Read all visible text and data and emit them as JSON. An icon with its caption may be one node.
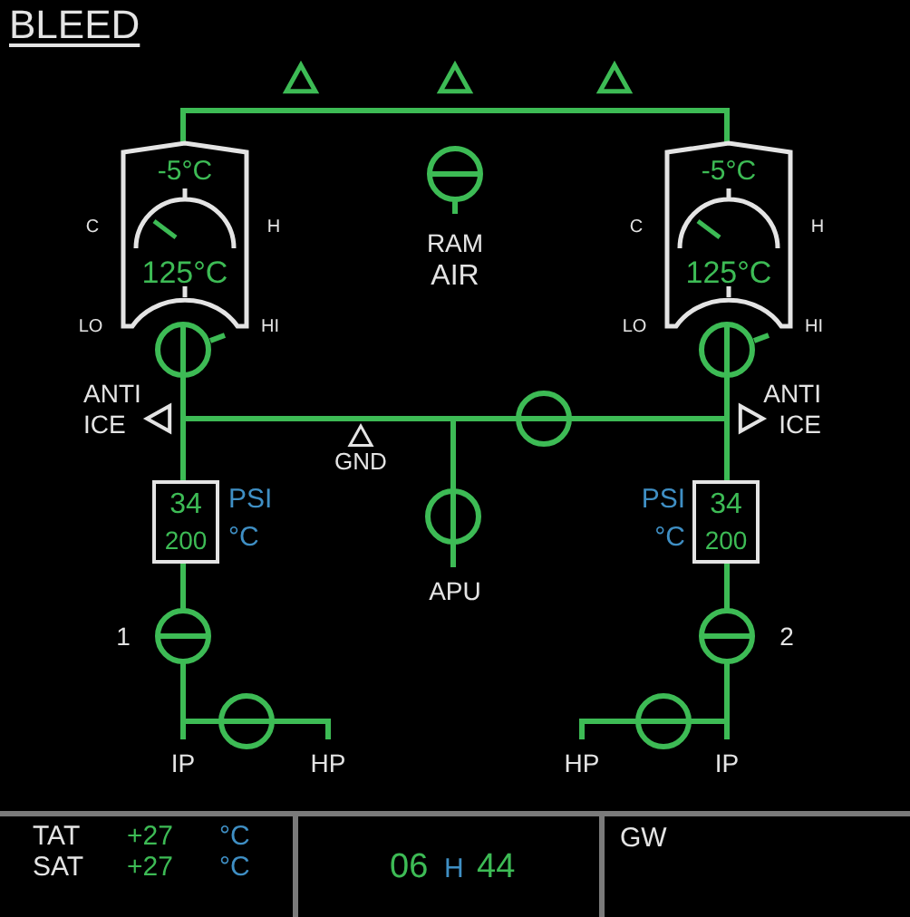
{
  "diagram": {
    "nodes": [
      {
        "text": [
          "-5°C",
          "125°C"
        ]
      },
      {
        "text": [
          "-5°C",
          "125°C"
        ]
      },
      {
        "text": [
          "34",
          "200"
        ],
        "beside": [
          "PSI",
          "°C"
        ]
      },
      {
        "text": [
          "34",
          "200"
        ],
        "beside": [
          "PSI",
          "°C"
        ]
      }
    ],
    "labels": [
      "BLEED",
      "RAM",
      "AIR",
      "C",
      "H",
      "C",
      "H",
      "LO",
      "HI",
      "LO",
      "HI",
      "ANTI ICE",
      "ANTI ICE",
      "GND",
      "APU",
      "1",
      "2",
      "IP",
      "HP",
      "HP",
      "IP",
      "TAT",
      "+27",
      "°C",
      "SAT",
      "+27",
      "°C",
      "06",
      "H",
      "44",
      "GW"
    ]
  }
}
